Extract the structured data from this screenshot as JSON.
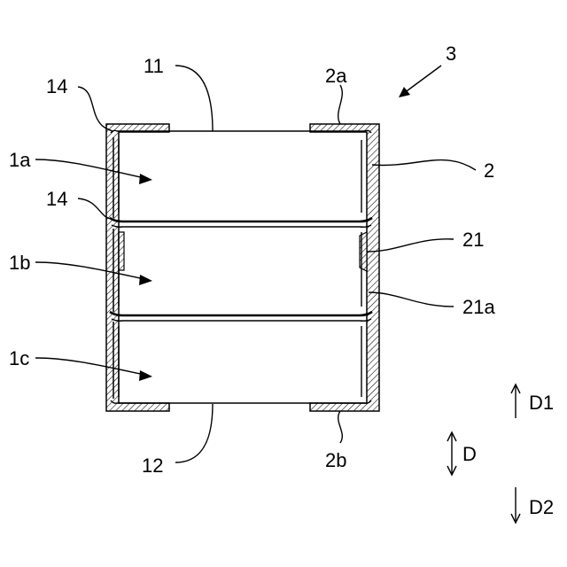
{
  "labels": {
    "assembly": "3",
    "cover_top_left_edge": "14",
    "top_face": "11",
    "frame_top_flange": "2a",
    "cell_a": "1a",
    "frame": "2",
    "separator_edge": "14",
    "frame_projection": "21",
    "cell_b": "1b",
    "projection_face": "21a",
    "cell_c": "1c",
    "bottom_face": "12",
    "frame_bottom_flange": "2b",
    "dir_up": "D1",
    "dir_both": "D",
    "dir_down": "D2"
  }
}
